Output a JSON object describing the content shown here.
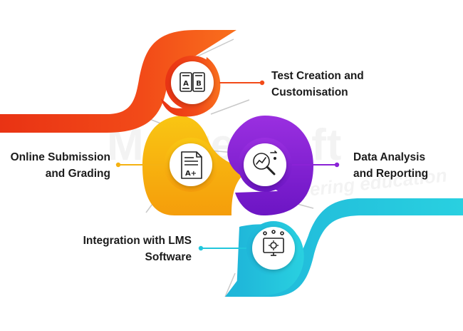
{
  "watermark": {
    "title": "MasterSoft",
    "tagline": "empowering education"
  },
  "items": [
    {
      "id": "test-creation",
      "lines": [
        "Test Creation and",
        "Customisation"
      ],
      "icon": "ab-test-book-icon",
      "color": "#f24a18"
    },
    {
      "id": "online-submission",
      "lines": [
        "Online Submission",
        "and Grading"
      ],
      "icon": "graded-paper-icon",
      "color": "#f5b212"
    },
    {
      "id": "data-analysis",
      "lines": [
        "Data Analysis",
        "and Reporting"
      ],
      "icon": "magnifier-chart-icon",
      "color": "#8a22d6"
    },
    {
      "id": "lms-integration",
      "lines": [
        "Integration with LMS",
        "Software"
      ],
      "icon": "gear-monitor-icon",
      "color": "#22c6dc"
    }
  ]
}
